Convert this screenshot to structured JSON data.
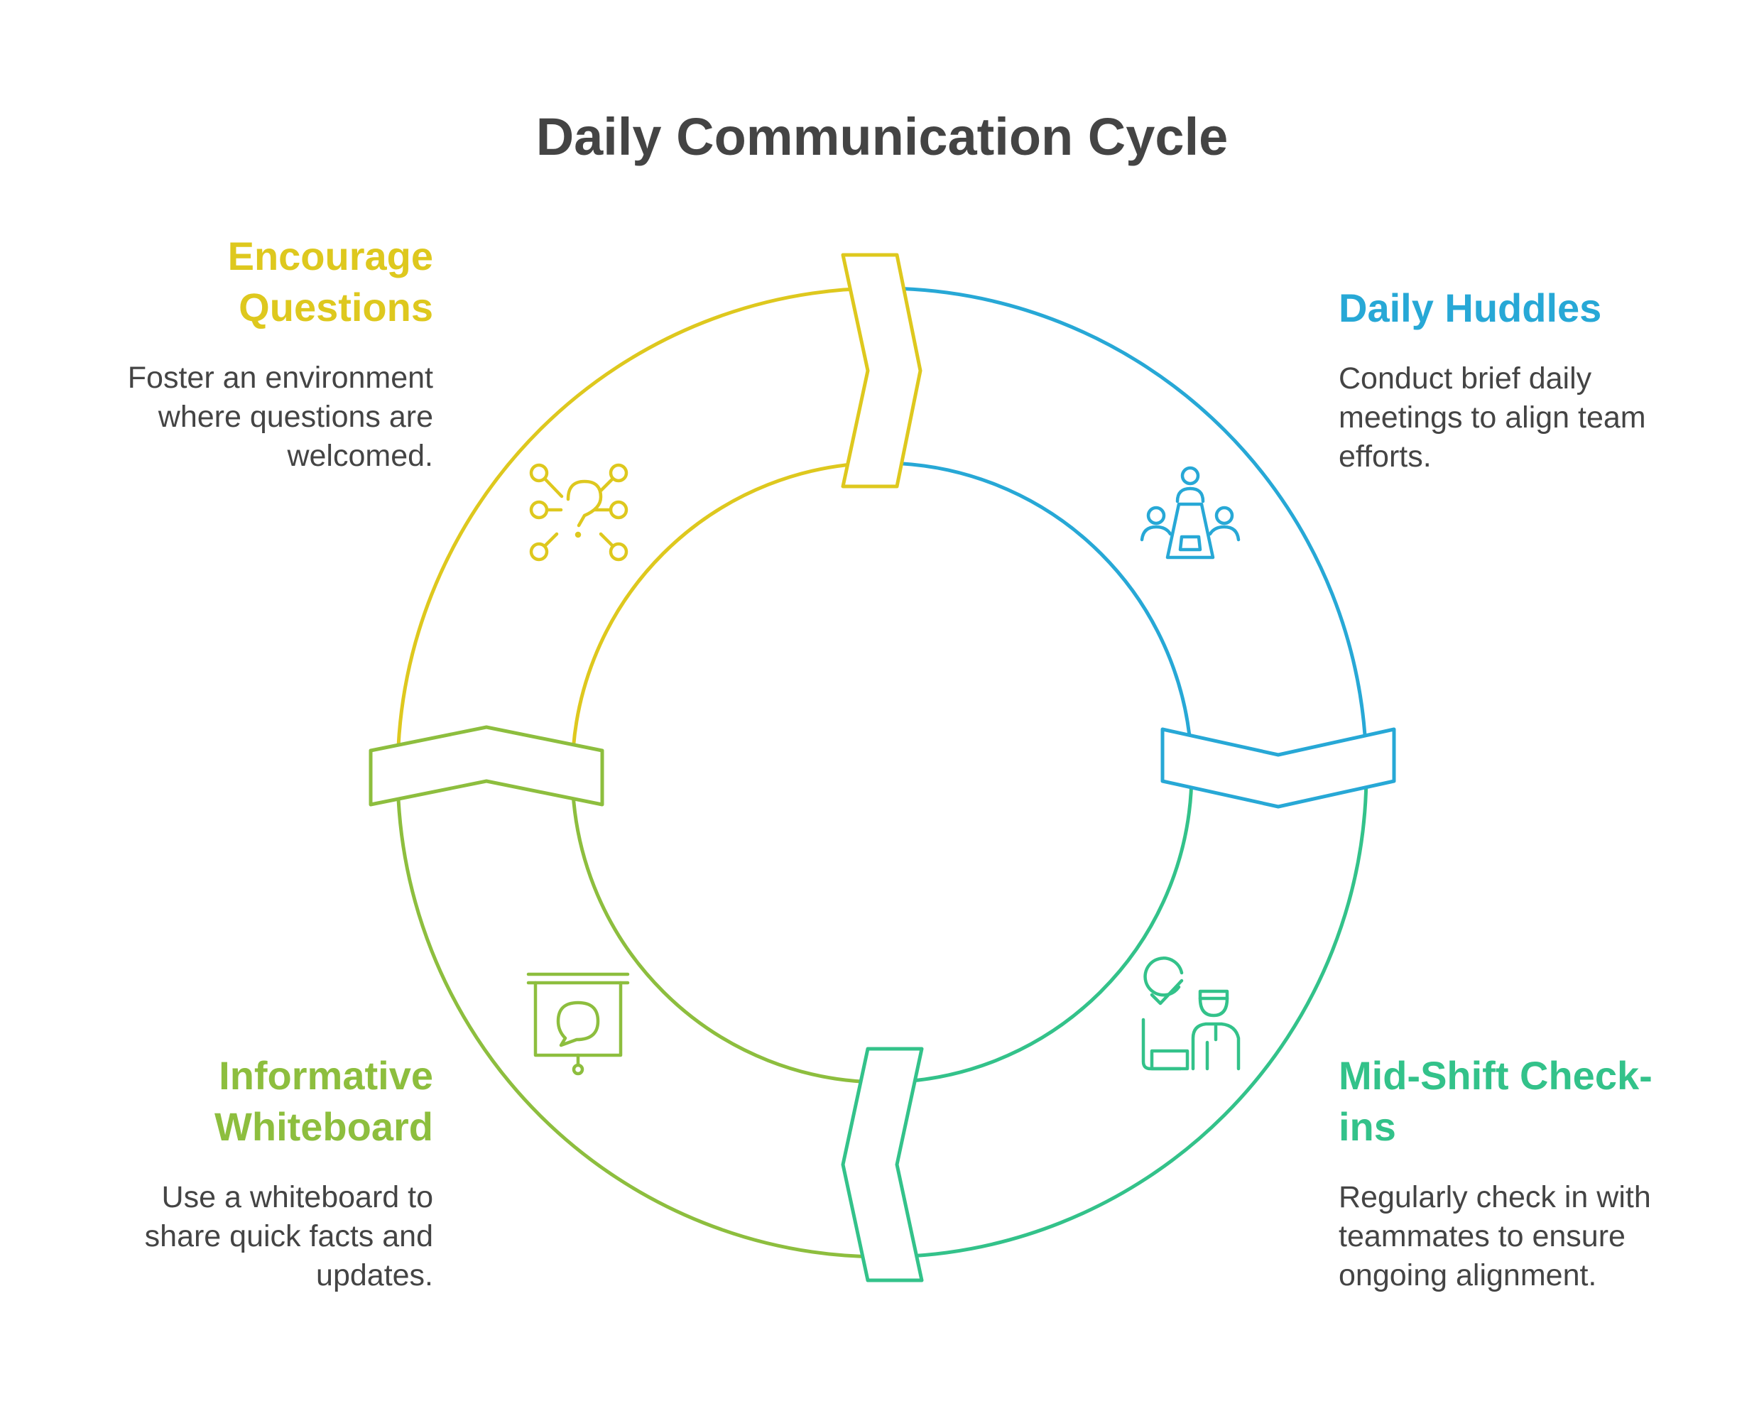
{
  "title": "Daily Communication Cycle",
  "colors": {
    "yellow": "#DEC81E",
    "blue": "#27A8D6",
    "teal": "#33C28A",
    "green": "#8DBE3E",
    "text": "#444444"
  },
  "steps": [
    {
      "id": "encourage",
      "heading": "Encourage Questions",
      "description": "Foster an environment where questions are welcomed.",
      "icon": "question-network-icon",
      "color": "#DEC81E"
    },
    {
      "id": "huddles",
      "heading": "Daily Huddles",
      "description": "Conduct brief daily meetings to align team efforts.",
      "icon": "meeting-table-icon",
      "color": "#27A8D6"
    },
    {
      "id": "checkins",
      "heading": "Mid-Shift Check-ins",
      "description": "Regularly check in with teammates to ensure ongoing alignment.",
      "icon": "checkin-person-icon",
      "color": "#33C28A"
    },
    {
      "id": "whiteboard",
      "heading": "Informative Whiteboard",
      "description": "Use a whiteboard to share quick facts and updates.",
      "icon": "whiteboard-chat-icon",
      "color": "#8DBE3E"
    }
  ]
}
